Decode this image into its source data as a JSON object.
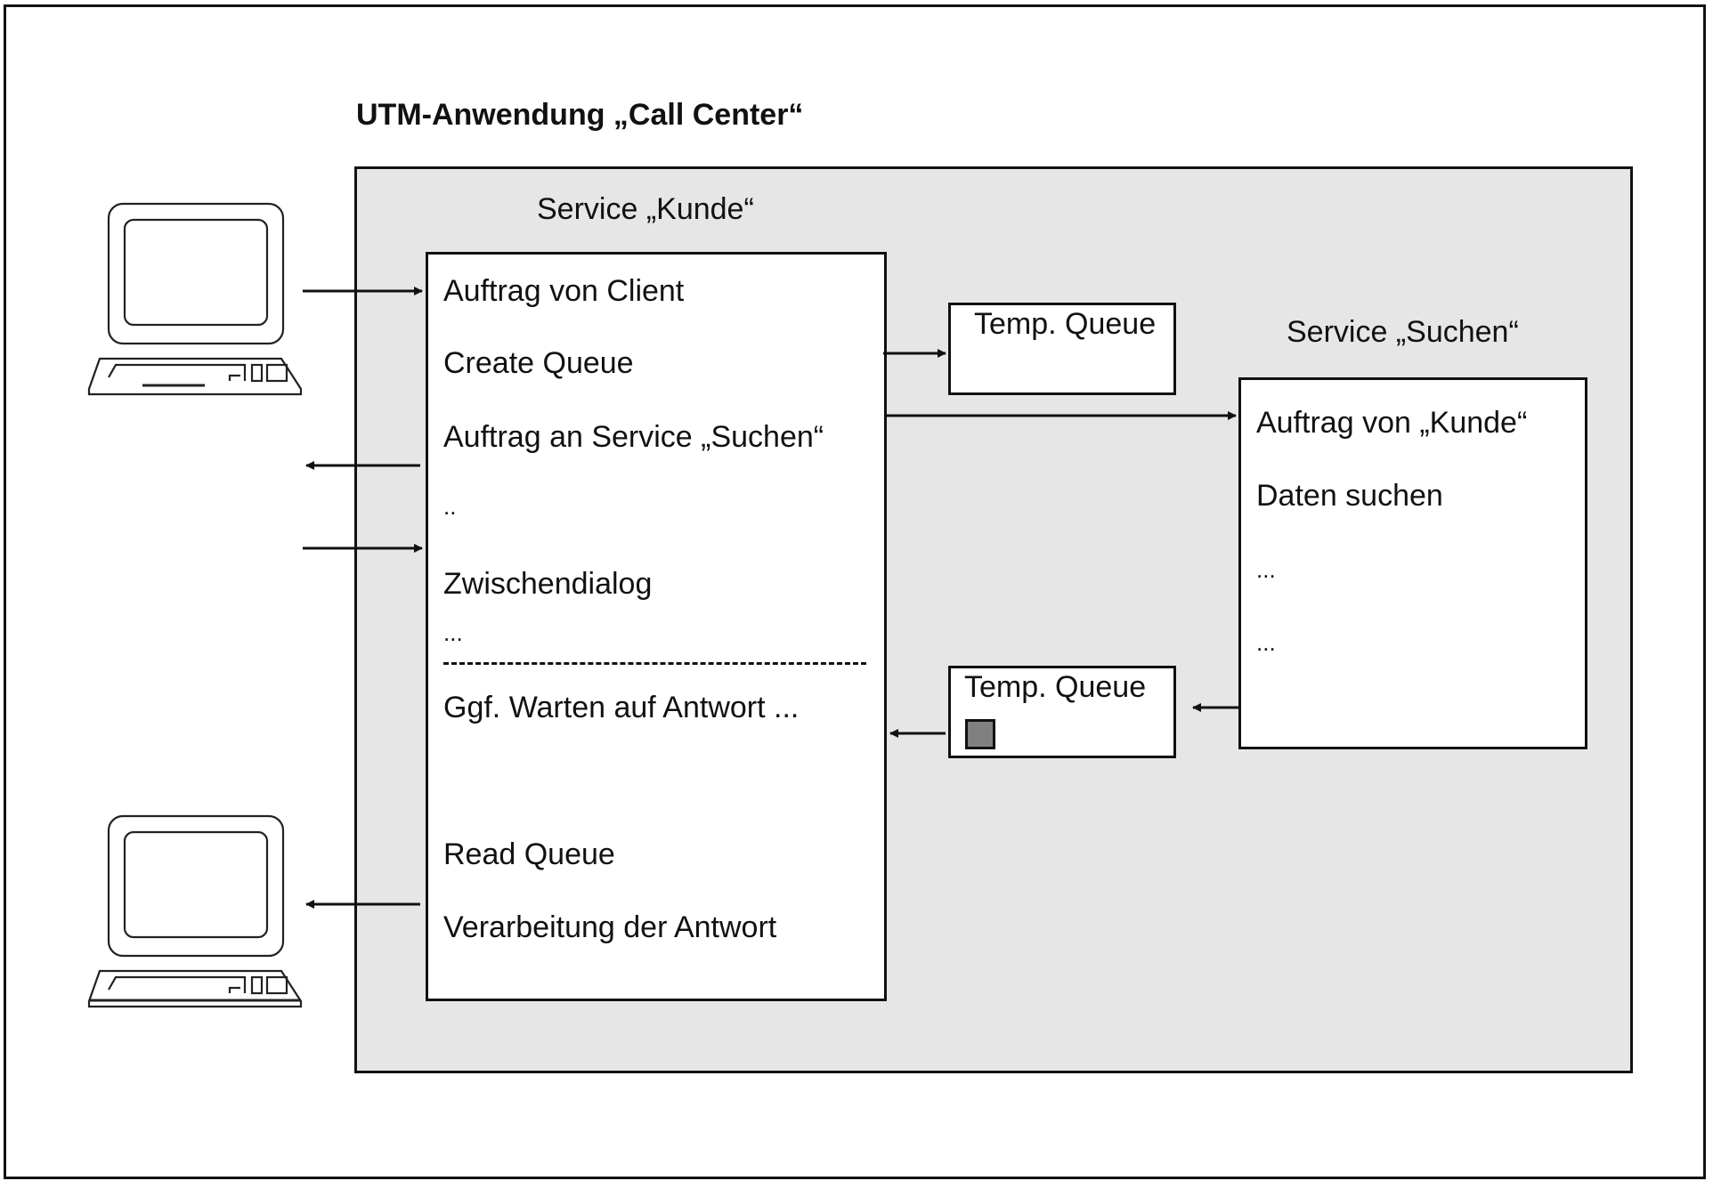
{
  "title": "UTM-Anwendung „Call Center“",
  "service_kunde": {
    "label": "Service „Kunde“",
    "steps": [
      "Auftrag von Client",
      "Create Queue",
      "Auftrag an Service „Suchen“",
      "..",
      "Zwischendialog",
      "...",
      "Ggf. Warten auf Antwort ...",
      "Read Queue",
      "Verarbeitung der Antwort"
    ]
  },
  "temp_queue_top": {
    "label": "Temp. Queue"
  },
  "temp_queue_bottom": {
    "label": "Temp. Queue",
    "message_fill": "#808080"
  },
  "service_suchen": {
    "label": "Service „Suchen“",
    "steps": [
      "Auftrag von „Kunde“",
      "Daten suchen",
      "...",
      "..."
    ]
  },
  "clients": [
    {
      "icon": "computer-terminal-icon"
    },
    {
      "icon": "computer-terminal-icon"
    }
  ],
  "colors": {
    "background": "#ffffff",
    "application": "#e6e6e6",
    "line": "#111111"
  }
}
